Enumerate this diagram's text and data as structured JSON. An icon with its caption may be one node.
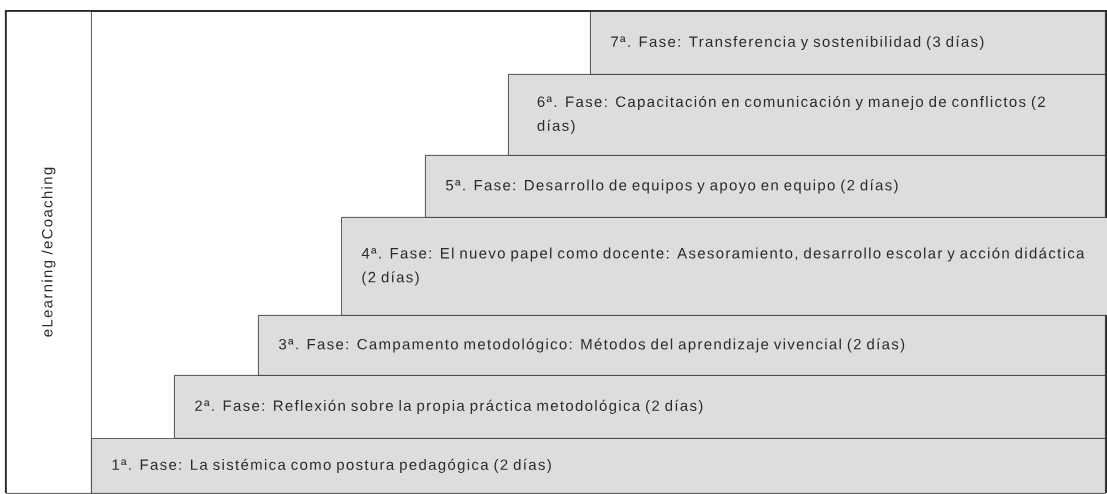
{
  "diagram": {
    "nodes": [
      {
        "text": [
          "eLearning /eCoaching"
        ]
      },
      {
        "text": [
          "1ª. Fase: La sistémica como postura pedagógica (2 días)"
        ]
      },
      {
        "text": [
          "2ª. Fase: Reflexión sobre la propia práctica metodológica (2 días)"
        ]
      },
      {
        "text": [
          "3ª. Fase: Campamento metodológico: Métodos del aprendizaje vivencial (2 días)"
        ]
      },
      {
        "text": [
          "4ª. Fase: El nuevo papel como docente: Asesoramiento, desarrollo escolar y acción didáctica (2 días)"
        ]
      },
      {
        "text": [
          "5ª. Fase: Desarrollo de equipos y apoyo en equipo (2 días)"
        ]
      },
      {
        "text": [
          "6ª. Fase: Capacitación en comunicación y manejo de conflictos (2 días)"
        ]
      },
      {
        "text": [
          "7ª. Fase: Transferencia y sostenibilidad (3 días)"
        ]
      }
    ]
  }
}
